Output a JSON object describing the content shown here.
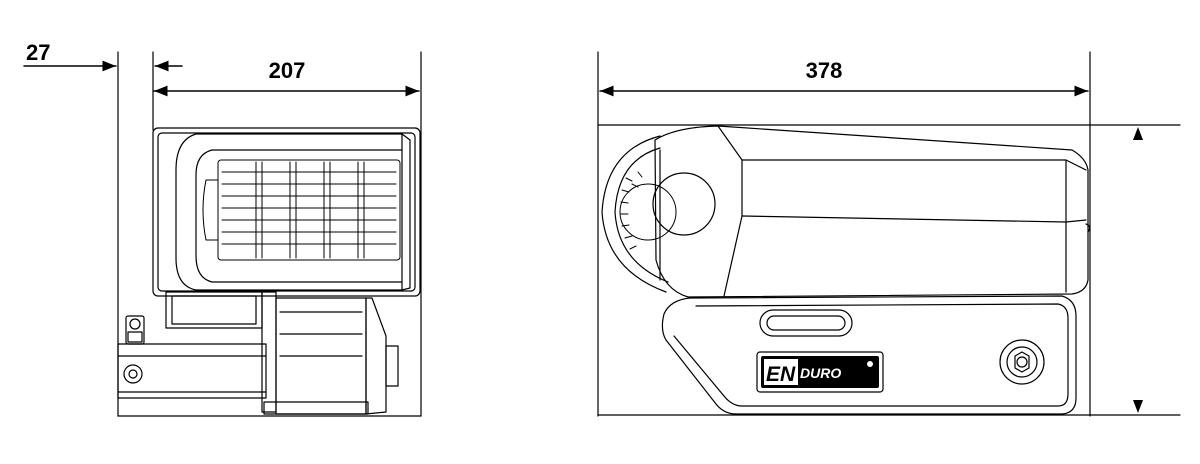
{
  "dimensions": {
    "offset_left": "27",
    "side_width": "207",
    "front_length": "378"
  },
  "logo": {
    "brand_prefix": "EN",
    "brand_suffix": "DURO"
  }
}
